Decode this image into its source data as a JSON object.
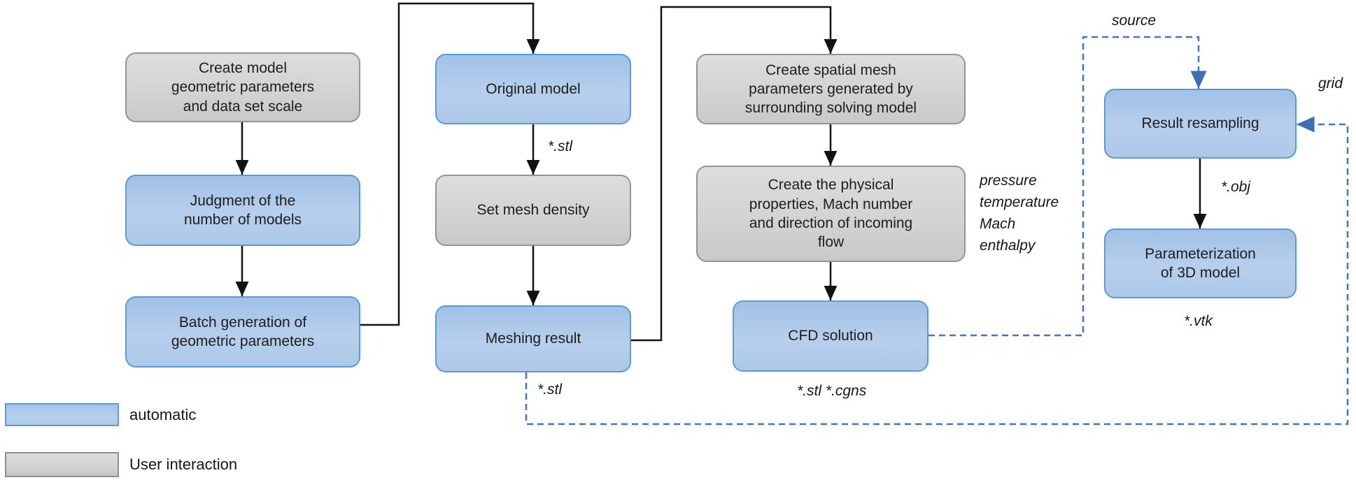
{
  "diagram": {
    "boxes": {
      "create_model": {
        "label": "Create model\ngeometric parameters\nand data set scale",
        "type": "User interaction"
      },
      "judgment": {
        "label": "Judgment of the\nnumber of models",
        "type": "automatic"
      },
      "batch_generation": {
        "label": "Batch generation of\ngeometric parameters",
        "type": "automatic"
      },
      "original_model": {
        "label": "Original model",
        "type": "automatic"
      },
      "set_mesh_density": {
        "label": "Set mesh density",
        "type": "User interaction"
      },
      "meshing_result": {
        "label": "Meshing result",
        "type": "automatic"
      },
      "spatial_mesh": {
        "label": "Create spatial mesh\nparameters generated by\nsurrounding solving model",
        "type": "User interaction"
      },
      "physical_properties": {
        "label": "Create the physical\nproperties, Mach number\nand direction of incoming\nflow",
        "type": "User interaction"
      },
      "cfd_solution": {
        "label": "CFD solution",
        "type": "automatic"
      },
      "result_resampling": {
        "label": "Result resampling",
        "type": "automatic"
      },
      "parameterization": {
        "label": "Parameterization\nof 3D model",
        "type": "automatic"
      }
    },
    "labels": {
      "stl_original": "*.stl",
      "stl_meshing": "*.stl",
      "stl_cgns": "*.stl  *.cgns",
      "obj": "*.obj",
      "vtk": "*.vtk",
      "source": "source",
      "grid": "grid",
      "flow_properties": "pressure\ntemperature\nMach\nenthalpy"
    },
    "legend": {
      "automatic": "automatic",
      "user_interaction": "User interaction"
    },
    "colors": {
      "automatic_fill": "#aac7ea",
      "automatic_border": "#5b9bd5",
      "user_fill": "#d4d4d4",
      "user_border": "#949494",
      "flow_connector": "#111111",
      "data_flow_dashed": "#4472c4"
    }
  }
}
